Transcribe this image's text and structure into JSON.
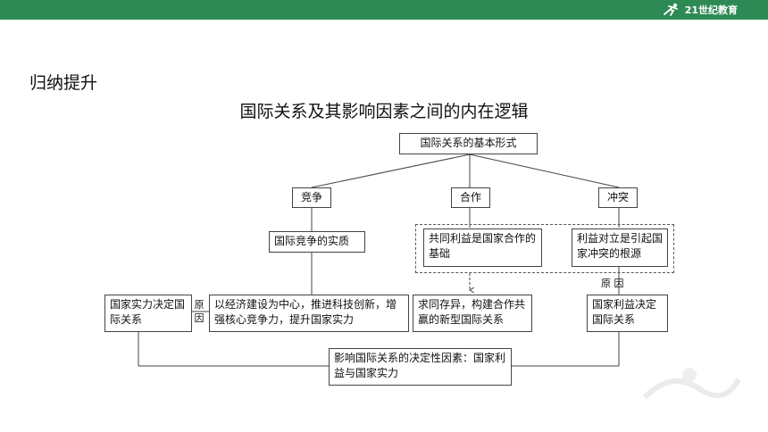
{
  "brand": {
    "logo_text": "21世纪教育"
  },
  "heading": "归纳提升",
  "title": "国际关系及其影响因素之间的内在逻辑",
  "nodes": {
    "root": "国际关系的基本形式",
    "compete": "竞争",
    "cooperate": "合作",
    "conflict": "冲突",
    "compete_essence": "国际竞争的实质",
    "coop_basis": "共同利益是国家合作的基础",
    "conflict_root": "利益对立是引起国家冲突的根源",
    "strength_decides": "国家实力决定国际关系",
    "strategy": "以经济建设为中心，推进科技创新，增强核心竞争力，提升国家实力",
    "seek_common": "求同存异，构建合作共赢的新型国际关系",
    "interest_decides": "国家利益决定国际关系",
    "decisive_factor": "影响国际关系的决定性因素：国家利益与国家实力"
  },
  "labels": {
    "cause_left": "原因",
    "cause_right": "原 因"
  }
}
